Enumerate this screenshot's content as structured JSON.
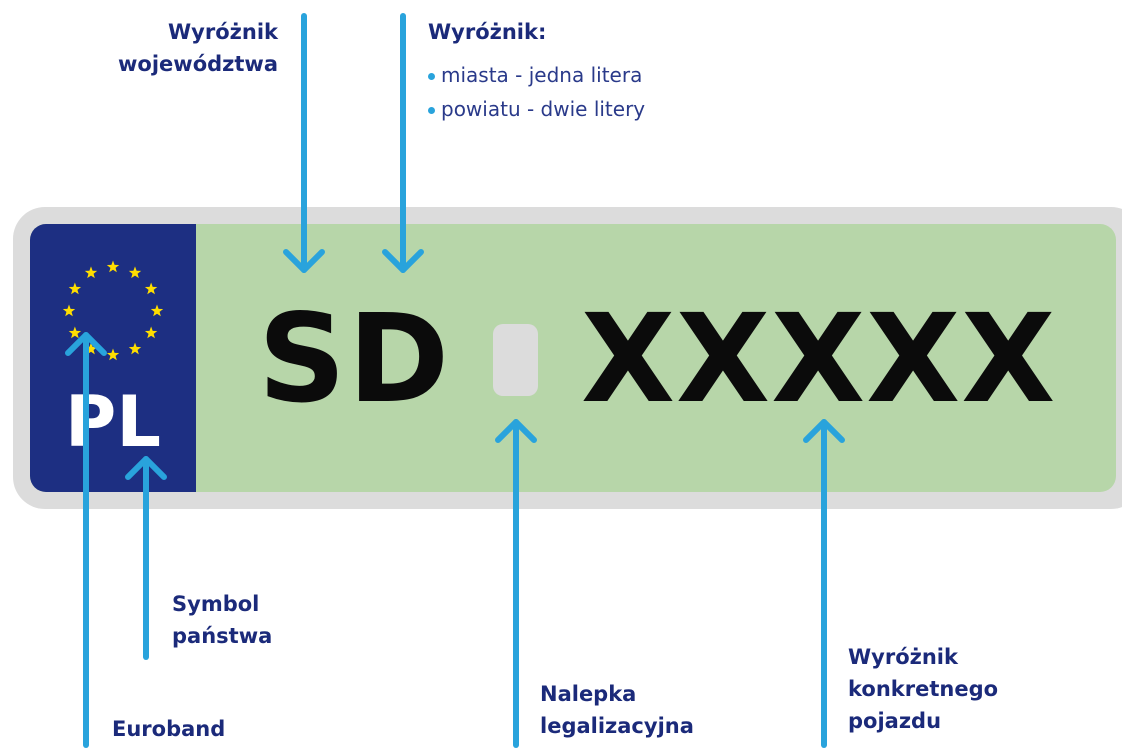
{
  "labels": {
    "voivodeship": [
      "Wyróżnik",
      "województwa"
    ],
    "district_title": "Wyróżnik:",
    "district_items": [
      "miasta - jedna litera",
      "powiatu - dwie litery"
    ],
    "country_symbol": [
      "Symbol",
      "państwa"
    ],
    "euroband": "Euroband",
    "sticker": [
      "Nalepka",
      "legalizacyjna"
    ],
    "vehicle": [
      "Wyróżnik",
      "konkretnego",
      "pojazdu"
    ]
  },
  "plate": {
    "country_code": "PL",
    "region_code": "SD",
    "vehicle_code": "XXXXX"
  },
  "colors": {
    "arrow": "#29a3dc",
    "label": "#1b2a7a",
    "plate_background": "#b7d6a9",
    "euroband": "#1d2f82",
    "stars": "#ffde00",
    "frame": "#dcdcdc"
  },
  "icons": {
    "eu_flag": "eu-stars-icon",
    "arrow": "arrow-icon"
  }
}
